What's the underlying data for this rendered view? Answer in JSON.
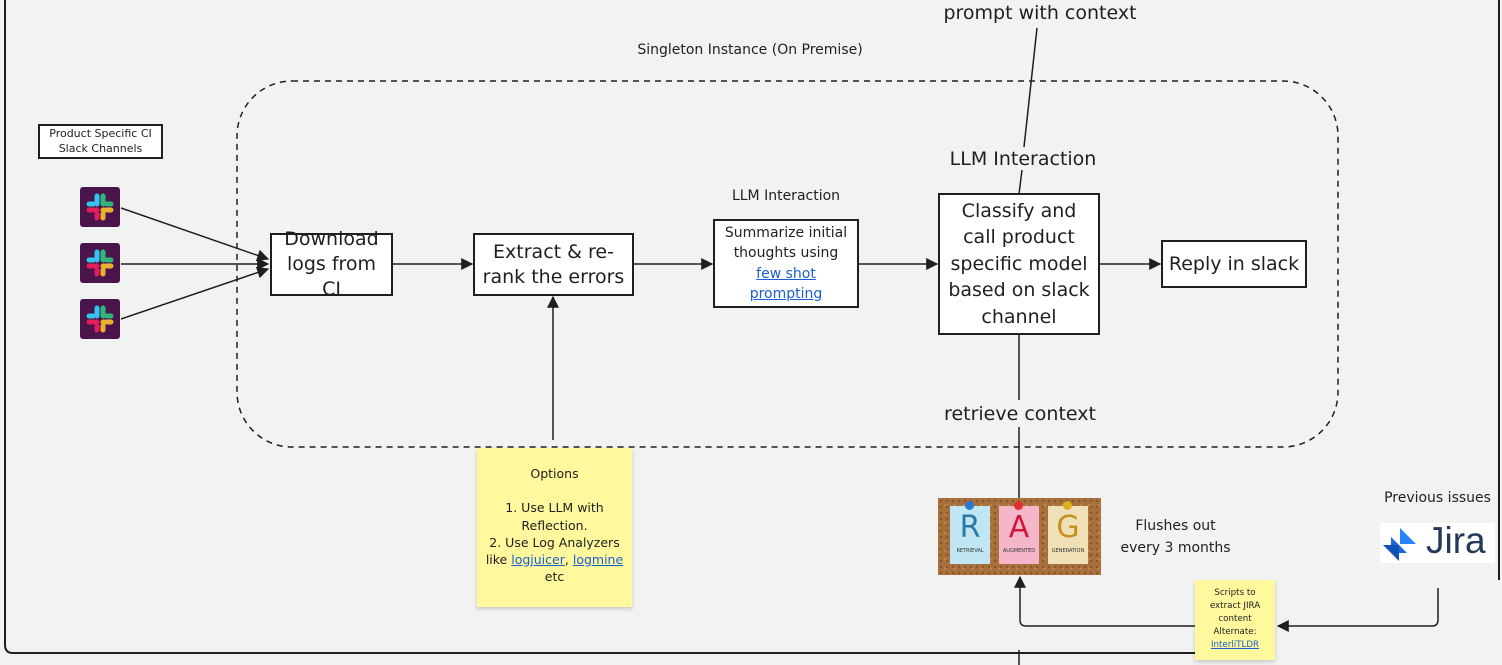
{
  "group": {
    "title": "Singleton Instance (On Premise)"
  },
  "edge_labels": {
    "prompt": "prompt with context",
    "llm_upper": "LLM Interaction",
    "llm_summarize": "LLM Interaction",
    "retrieve": "retrieve context"
  },
  "sources": {
    "caption": "Product Specific CI Slack Channels",
    "icon": "slack-icon"
  },
  "nodes": {
    "download": "Download logs from CI",
    "extract": "Extract & re-rank the errors",
    "summarize_text": "Summarize initial thoughts using",
    "summarize_link": "few shot prompting",
    "classify": "Classify and call product specific model based on slack channel",
    "reply": "Reply in slack"
  },
  "options_note": {
    "title": "Options",
    "item1": "1. Use LLM with Reflection.",
    "item2_prefix": "2. Use Log Analyzers like",
    "link1": "logjuicer",
    "sep": ",",
    "link2": "logmine",
    "suffix": "etc"
  },
  "rag": {
    "letters": [
      "R",
      "A",
      "G"
    ],
    "captions": [
      "RETRIEVAL",
      "AUGMENTED",
      "GENERATION"
    ],
    "flush_note": "Flushes out every 3 months"
  },
  "jira": {
    "caption": "Previous issues",
    "logo_text": "Jira"
  },
  "scripts_note": {
    "text": "Scripts to extract JIRA content Alternate:",
    "link": "InterliTLDR"
  }
}
